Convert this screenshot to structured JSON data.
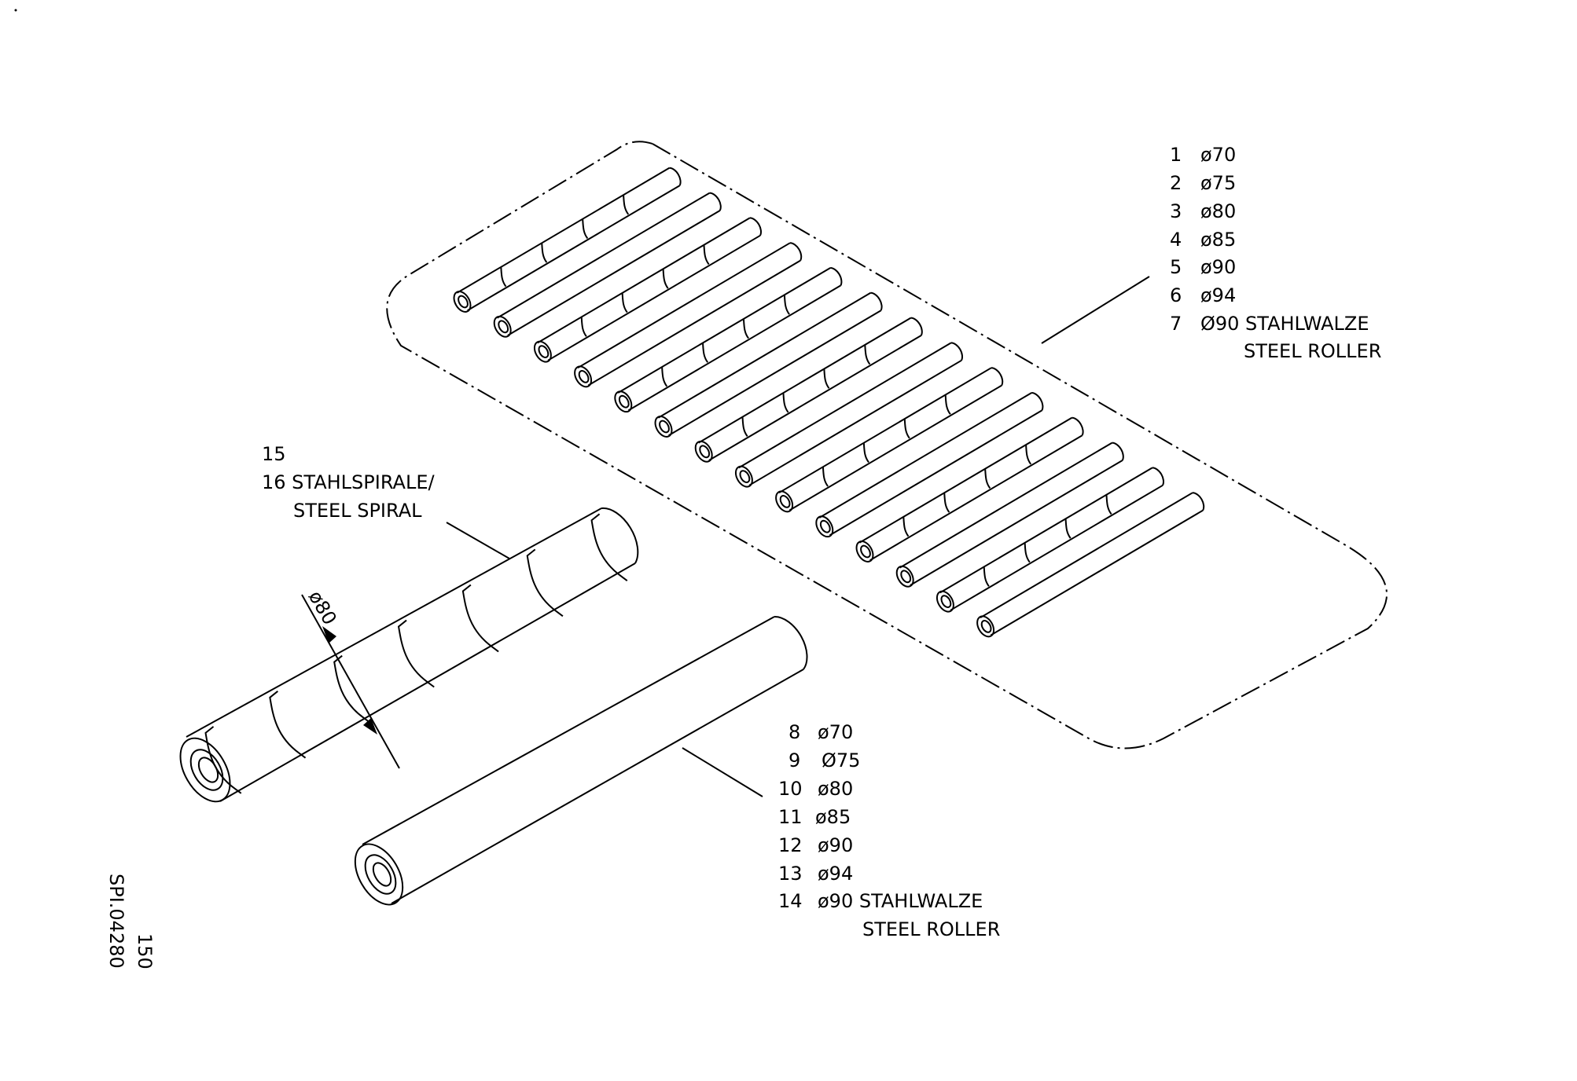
{
  "tray_legend": [
    {
      "no": "1",
      "dia": "ø70"
    },
    {
      "no": "2",
      "dia": "ø75"
    },
    {
      "no": "3",
      "dia": "ø80"
    },
    {
      "no": "4",
      "dia": "ø85"
    },
    {
      "no": "5",
      "dia": "ø90"
    },
    {
      "no": "6",
      "dia": "ø94"
    },
    {
      "no": "7",
      "dia": "Ø90 STAHLWALZE",
      "line2": "STEEL ROLLER"
    }
  ],
  "roller_legend": [
    {
      "no": "8",
      "dia": "ø70"
    },
    {
      "no": "9",
      "dia": "Ø75"
    },
    {
      "no": "10",
      "dia": "ø80"
    },
    {
      "no": "11",
      "dia": "ø85"
    },
    {
      "no": "12",
      "dia": "ø90"
    },
    {
      "no": "13",
      "dia": "ø94"
    },
    {
      "no": "14",
      "dia": "ø90 STAHLWALZE",
      "line2": "STEEL ROLLER"
    }
  ],
  "spiral_legend": {
    "line1": "15",
    "line2": "16 STAHLSPIRALE/",
    "line3": "STEEL SPIRAL"
  },
  "dimension_label": "ø80",
  "drawing_id": {
    "code": "SPI.04280",
    "page": "150"
  }
}
